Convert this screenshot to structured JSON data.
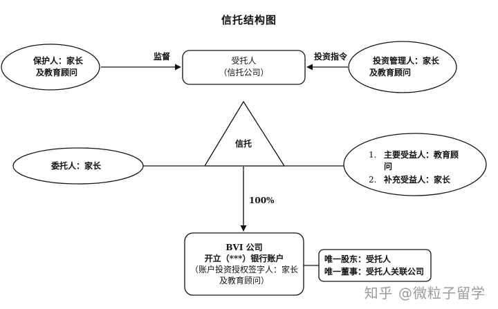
{
  "title": "信托结构图",
  "nodes": {
    "guardian": {
      "line1": "保护人：家长",
      "line2": "及教育顾问"
    },
    "trustee": {
      "line1": "受托人",
      "line2": "（信托公司）"
    },
    "investment_manager": {
      "line1": "投资管理人：家长",
      "line2": "及教育顾问"
    },
    "trust": {
      "label": "信托"
    },
    "settlor": {
      "label": "委托人：家长"
    },
    "beneficiaries": {
      "items": [
        {
          "number": "1.",
          "text": "主要受益人：教育顾问"
        },
        {
          "number": "2.",
          "text": "补充受益人：家长"
        }
      ]
    },
    "bvi": {
      "line1": "BVI 公司",
      "line2": "开立（***）银行账户",
      "line3": "（账户投资授权签字人：家长",
      "line4": "及教育顾问）"
    },
    "bvi_info": {
      "line1": "唯一股东：受托人",
      "line2": "唯一董事：受托人关联公司"
    }
  },
  "edges": {
    "supervise": "监督",
    "invest_instruction": "投资指令",
    "ownership": "100%"
  },
  "watermark": "知乎 @微粒子留学"
}
